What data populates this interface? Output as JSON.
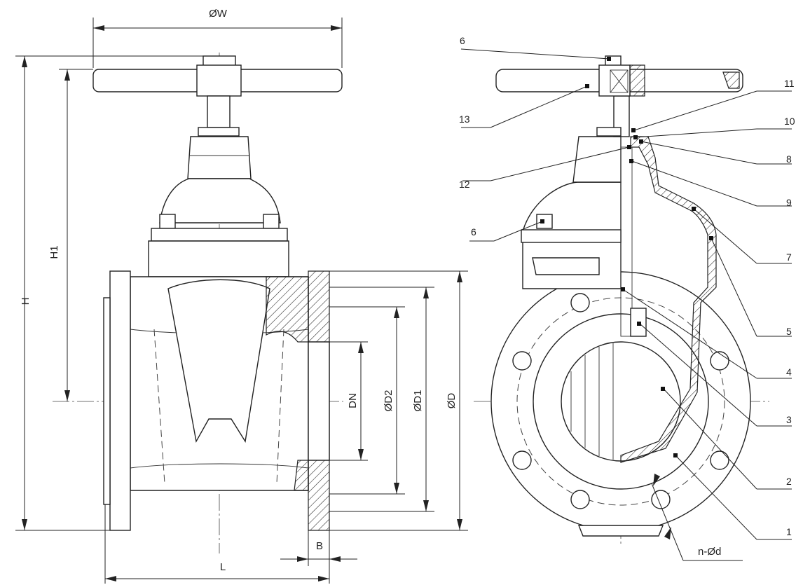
{
  "dimensions": {
    "overall_width": "ØW",
    "overall_height": "H",
    "height_to_centre": "H1",
    "nominal_bore": "DN",
    "raised_face_diameter": "ØD2",
    "bolt_circle_diameter": "ØD1",
    "flange_diameter": "ØD",
    "flange_thickness": "B",
    "face_to_face": "L",
    "bolt_holes": "n-Ød"
  },
  "callouts": [
    {
      "label": "6"
    },
    {
      "label": "13"
    },
    {
      "label": "11"
    },
    {
      "label": "10"
    },
    {
      "label": "8"
    },
    {
      "label": "12"
    },
    {
      "label": "9"
    },
    {
      "label": "6"
    },
    {
      "label": "7"
    },
    {
      "label": "5"
    },
    {
      "label": "4"
    },
    {
      "label": "3"
    },
    {
      "label": "2"
    },
    {
      "label": "1"
    }
  ],
  "colors": {
    "line": "#222222",
    "background": "#ffffff"
  }
}
